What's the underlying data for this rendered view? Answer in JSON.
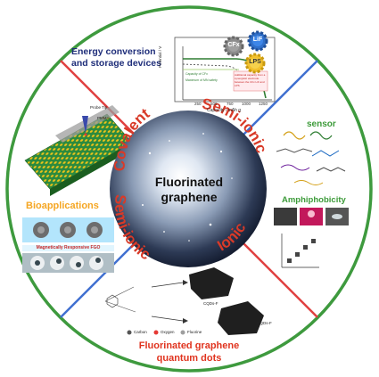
{
  "center": {
    "title_line1": "Fluorinated",
    "title_line2": "graphene",
    "arc_labels": {
      "covalent": "Covalent",
      "semi_ionic_top": "Semi-ionic",
      "semi_ionic_left": "Semi-ionic",
      "ionic": "Ionic"
    }
  },
  "sections": {
    "energy": {
      "title_line1": "Energy conversion",
      "title_line2": "and storage devices",
      "plot": {
        "ylabel": "Potential / V",
        "xlabel": "Capacity / mAh g",
        "x_ticks": [
          "250",
          "500",
          "750",
          "1000",
          "1250"
        ],
        "legend_1": "Capacity of CFx",
        "legend_2": "Maximum of MN safety",
        "legend_3": "Additional capacity from a synergistic electrode between the CFx LiF and LPS"
      },
      "gears": {
        "g1": "CFx",
        "g2": "LiF",
        "g3": "LPS"
      }
    },
    "sensor": {
      "title": "sensor"
    },
    "amphiphobicity": {
      "title": "Amphiphobicity"
    },
    "bio": {
      "title": "Bioapplications",
      "banner": "Magnetically Responsive FGO",
      "afm_labels": {
        "probe": "Probe Tip",
        "pmma": "PMMA"
      }
    },
    "qdots": {
      "title_line1": "Fluorinated graphene",
      "title_line2": "quantum dots",
      "scheme": {
        "qd_top": "CQDs-F",
        "qd_bottom": "GQDs-F",
        "legend_carbon": "Carbon",
        "legend_oxygen": "Oxygen",
        "legend_fluorine": "Fluorine"
      }
    }
  },
  "colors": {
    "ring": "#3e9a3e",
    "divider_red": "#e04040",
    "divider_blue": "#3f6fd0",
    "energy_title": "#1f2e7a",
    "green_title": "#3d9b3a",
    "bio_title": "#f5a623",
    "qd_title": "#e0341f",
    "arc_text": "#d83a28",
    "sphere_text": "#111111"
  }
}
